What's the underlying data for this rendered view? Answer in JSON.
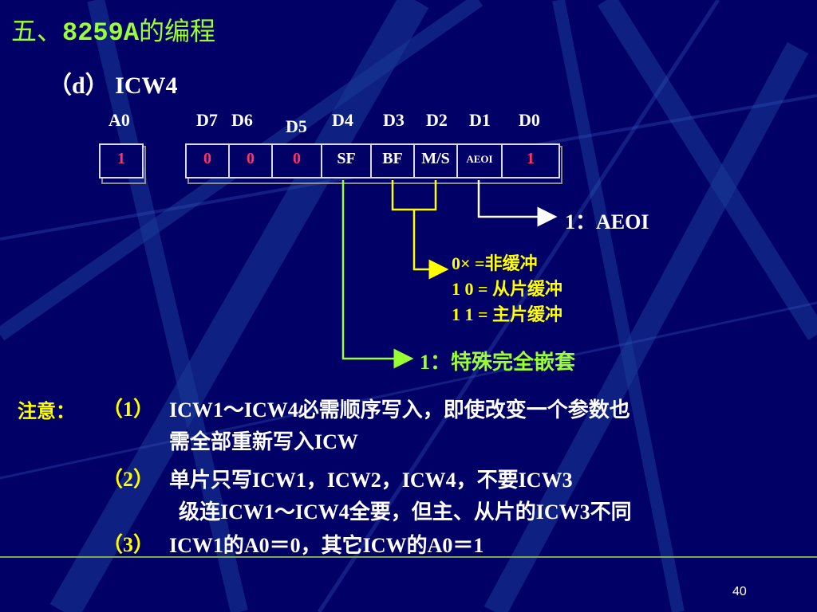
{
  "slide": {
    "title_prefix": "五、",
    "title_num": "8259A",
    "title_suffix": "的编程",
    "subtitle": "（d） ICW4",
    "page_number": "40"
  },
  "register": {
    "a0_label": "A0",
    "a0_value": "1",
    "bit_labels": [
      "D7",
      "D6",
      "D5",
      "D4",
      "D3",
      "D2",
      "D1",
      "D0"
    ],
    "bit_values": [
      "0",
      "0",
      "0",
      "SF",
      "BF",
      "M/S",
      "AEOI",
      "1"
    ]
  },
  "annotations": {
    "aeoi": "1：AEOI",
    "buffer_lines": [
      "0×  =非缓冲",
      "1 0 = 从片缓冲",
      "1 1 = 主片缓冲"
    ],
    "sfnm": "1：特殊完全嵌套"
  },
  "notes": {
    "heading": "注意：",
    "n1_num": "（1）",
    "n1_line1": "ICW1～ICW4必需顺序写入，即使改变一个参数也",
    "n1_line2": "需全部重新写入ICW",
    "n2_num": "（2）",
    "n2_line1": "单片只写ICW1，ICW2，ICW4，不要ICW3",
    "n2_line2": "级连ICW1～ICW4全要，但主、从片的ICW3不同",
    "n3_num": "（3）",
    "n3_line1": "ICW1的A0＝0，其它ICW的A0＝1"
  },
  "colors": {
    "background": "#000066",
    "title": "#99ff33",
    "accent_yellow": "#ffff00",
    "accent_green": "#99ff33",
    "bit_red": "#ff3366"
  }
}
